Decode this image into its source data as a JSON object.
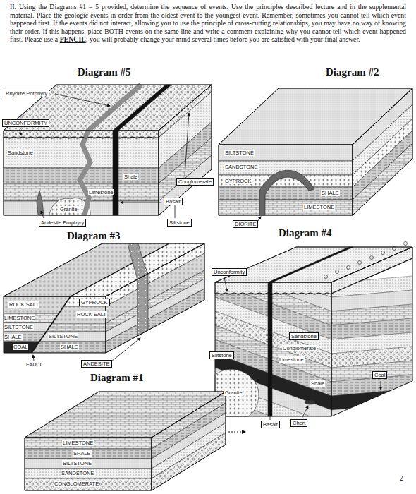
{
  "diagram": {
    "nodes": [
      {
        "text": [
          "Rhyolite Porphyry"
        ]
      },
      {
        "text": [
          "UNCONFORMITY"
        ]
      },
      {
        "text": [
          "Conglomerate"
        ]
      },
      {
        "text": [
          "Basalt"
        ]
      },
      {
        "text": [
          "Siltstone"
        ]
      },
      {
        "text": [
          "Andesite Porphyry"
        ]
      },
      {
        "text": [
          "DIORITE"
        ]
      },
      {
        "text": [
          "GYPROCK"
        ]
      },
      {
        "text": [
          "ANDESITE"
        ]
      },
      {
        "text": [
          "Unconformity"
        ]
      },
      {
        "text": [
          "Sandstone"
        ]
      },
      {
        "text": [
          "Coal"
        ]
      },
      {
        "text": [
          "Siltstone"
        ]
      },
      {
        "text": [
          "Chert"
        ]
      },
      {
        "text": [
          "Basalt"
        ]
      }
    ],
    "labels": [
      "II. Using the Diagrams #1 – 5 provided, determine the sequence of events. Use the principles described lecture and in the supplemental material. Place the geologic events in order from the oldest event to the youngest event. Remember, sometimes you cannot tell which event happened first. If the events did not interact, allowing you to use the principle of cross-cutting relationships, you may have no way of knowing their order. If this happens, place BOTH events on the same line and write a comment explaining why you cannot tell which event happened first. Please use a",
      "PENCIL",
      "; you will probably change your mind several times before you are satisfied with your final answer.",
      "Diagram #5",
      "Diagram #2",
      "Sandstone",
      "Shale",
      "Granite",
      "Limestone",
      "SILTSTONE",
      "SANDSTONE",
      "GYPROCK",
      "SHALE",
      "LIMESTONE",
      "Diagram #3",
      "Diagram #4",
      "ROCK SALT",
      "ROCK SALT",
      "LIMESTONE",
      "SILTSTONE",
      "SHALE",
      "SILTSTONE",
      "COAL",
      "SHALE",
      "FAULT",
      "Conglomerate",
      "Limestone",
      "Granite",
      "Shale",
      "Diagram #1",
      "LIMESTONE",
      "SHALE",
      "SILTSTONE",
      "SANDSTONE",
      "CONGLOMERATE",
      "2"
    ]
  }
}
